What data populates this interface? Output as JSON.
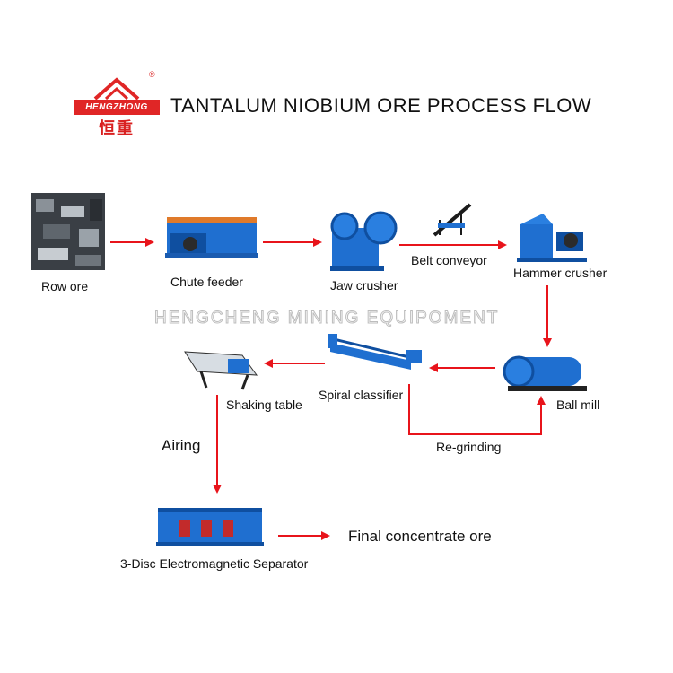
{
  "title": "TANTALUM NIOBIUM ORE PROCESS FLOW",
  "logo": {
    "brand": "HENGZHONG",
    "cn": "恒重",
    "reg": "®"
  },
  "watermark": "HENGCHENG MINING EQUIPOMENT",
  "nodes": {
    "row_ore": "Row ore",
    "chute_feeder": "Chute feeder",
    "jaw_crusher": "Jaw crusher",
    "belt_conveyor": "Belt conveyor",
    "hammer_crusher": "Hammer crusher",
    "ball_mill": "Ball mill",
    "spiral_classifier": "Spiral classifier",
    "shaking_table": "Shaking table",
    "separator": "3-Disc Electromagnetic Separator",
    "final": "Final concentrate ore"
  },
  "edges": {
    "regrinding": "Re-grinding",
    "airing": "Airing"
  },
  "colors": {
    "arrow": "#e8141b",
    "machine": "#1f6fd0",
    "logo": "#e02626"
  }
}
